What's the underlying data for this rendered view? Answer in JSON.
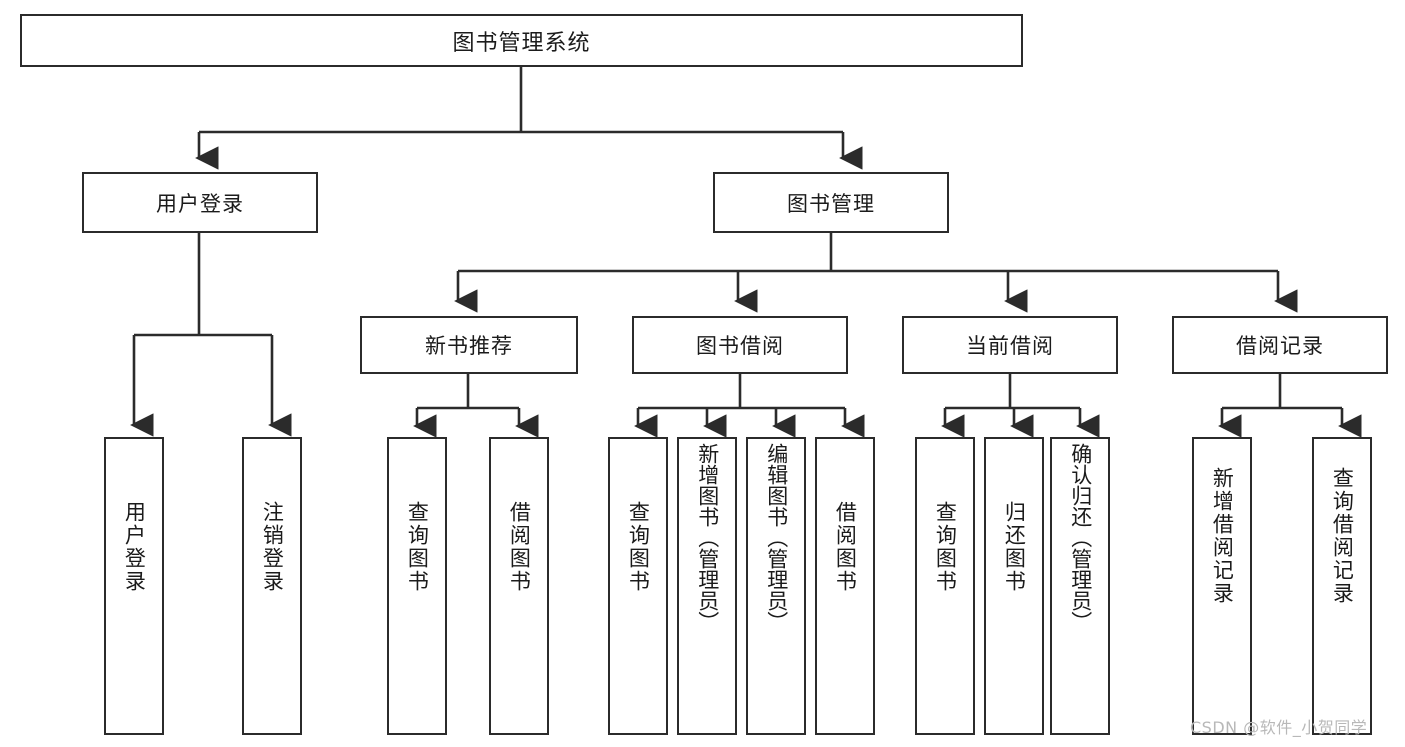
{
  "diagram": {
    "type": "tree",
    "title": "图书管理系统",
    "root": {
      "id": "root",
      "label": "图书管理系统"
    },
    "level2": [
      {
        "id": "user-login",
        "label": "用户登录"
      },
      {
        "id": "book-management",
        "label": "图书管理"
      }
    ],
    "level3": [
      {
        "id": "new-book-recommend",
        "label": "新书推荐",
        "parent": "book-management"
      },
      {
        "id": "book-borrow",
        "label": "图书借阅",
        "parent": "book-management"
      },
      {
        "id": "current-borrow",
        "label": "当前借阅",
        "parent": "book-management"
      },
      {
        "id": "borrow-record",
        "label": "借阅记录",
        "parent": "book-management"
      }
    ],
    "leaves": [
      {
        "id": "leaf-user-login",
        "label": "用户登录",
        "parent": "user-login"
      },
      {
        "id": "leaf-user-logout",
        "label": "注销登录",
        "parent": "user-login"
      },
      {
        "id": "leaf-query-book-1",
        "label": "查询图书",
        "parent": "new-book-recommend"
      },
      {
        "id": "leaf-borrow-book-1",
        "label": "借阅图书",
        "parent": "new-book-recommend"
      },
      {
        "id": "leaf-query-book-2",
        "label": "查询图书",
        "parent": "book-borrow"
      },
      {
        "id": "leaf-add-book",
        "label": "新增图书（管理员）",
        "parent": "book-borrow"
      },
      {
        "id": "leaf-edit-book",
        "label": "编辑图书（管理员）",
        "parent": "book-borrow"
      },
      {
        "id": "leaf-borrow-book-2",
        "label": "借阅图书",
        "parent": "book-borrow"
      },
      {
        "id": "leaf-query-book-3",
        "label": "查询图书",
        "parent": "current-borrow"
      },
      {
        "id": "leaf-return-book",
        "label": "归还图书",
        "parent": "current-borrow"
      },
      {
        "id": "leaf-confirm-return",
        "label": "确认归还（管理员）",
        "parent": "current-borrow"
      },
      {
        "id": "leaf-add-record",
        "label": "新增借阅记录",
        "parent": "borrow-record"
      },
      {
        "id": "leaf-query-record",
        "label": "查询借阅记录",
        "parent": "borrow-record"
      }
    ],
    "colors": {
      "stroke": "#2b2b2b",
      "fill": "#ffffff",
      "text": "#1b1b1b",
      "watermark": "#b8b8b8"
    }
  },
  "watermark": {
    "text": "CSDN @软件_小贺同学"
  }
}
